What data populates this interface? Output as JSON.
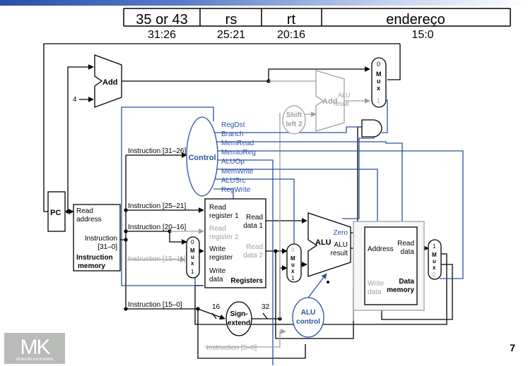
{
  "format": {
    "fields": [
      {
        "name": "35 or 43",
        "bits": "31:26"
      },
      {
        "name": "rs",
        "bits": "25:21"
      },
      {
        "name": "rt",
        "bits": "20:16"
      },
      {
        "name": "endereço",
        "bits": "15:0"
      }
    ]
  },
  "blocks": {
    "pc": "PC",
    "add": "Add",
    "four": "4",
    "shift_left_2": [
      "Shift",
      "left 2"
    ],
    "alu_add": {
      "label": "Add",
      "result": [
        "ALU",
        "result"
      ]
    },
    "top_mux": [
      "0",
      "M",
      "u",
      "x",
      "1"
    ],
    "control": "Control",
    "instruction_memory": {
      "read_address": [
        "Read",
        "address"
      ],
      "instruction": [
        "Instruction",
        "[31–0]"
      ],
      "title": [
        "Instruction",
        "memory"
      ]
    },
    "registers": {
      "read_register_1": [
        "Read",
        "register 1"
      ],
      "read_register_2": [
        "Read",
        "register 2"
      ],
      "write_register": [
        "Write",
        "register"
      ],
      "write_data": [
        "Write",
        "data"
      ],
      "read_data_1": [
        "Read",
        "data 1"
      ],
      "read_data_2": [
        "Read",
        "data 2"
      ],
      "title": "Registers"
    },
    "reg_mux": [
      "0",
      "M",
      "u",
      "x",
      "1"
    ],
    "alu_mux": [
      "0",
      "M",
      "u",
      "x",
      "1"
    ],
    "mem_mux": [
      "1",
      "M",
      "u",
      "x",
      "0"
    ],
    "alu": {
      "label": "ALU",
      "zero": "Zero",
      "result": [
        "ALU",
        "result"
      ]
    },
    "data_memory": {
      "address": "Address",
      "read_data": [
        "Read",
        "data"
      ],
      "write_data": [
        "Write",
        "data"
      ],
      "title": [
        "Data",
        "memory"
      ]
    },
    "sign_extend": [
      "Sign-",
      "extend"
    ],
    "alu_control": [
      "ALU",
      "control"
    ]
  },
  "control_signals": [
    "RegDst",
    "Branch",
    "MemRead",
    "MemtoReg",
    "ALUOp",
    "MemWrite",
    "ALUSrc",
    "RegWrite"
  ],
  "instruction_fields": {
    "f31_26": "Instruction [31–26]",
    "f25_21": "Instruction [25–21]",
    "f20_16": "Instruction [20–16]",
    "f15_11": "Instruction [15–11]",
    "f15_0": "Instruction [15–0]",
    "f5_0": "Instruction [5–0]"
  },
  "bus_widths": {
    "in": "16",
    "out": "32"
  },
  "logo": {
    "mark": "MK",
    "sub": "MORGAN KAUFMANN"
  },
  "page_number": "7",
  "colors": {
    "active": "#000000",
    "inactive": "#a0a0a0",
    "control": "#2a52a0",
    "accent_bar": "#2a4fa8"
  }
}
